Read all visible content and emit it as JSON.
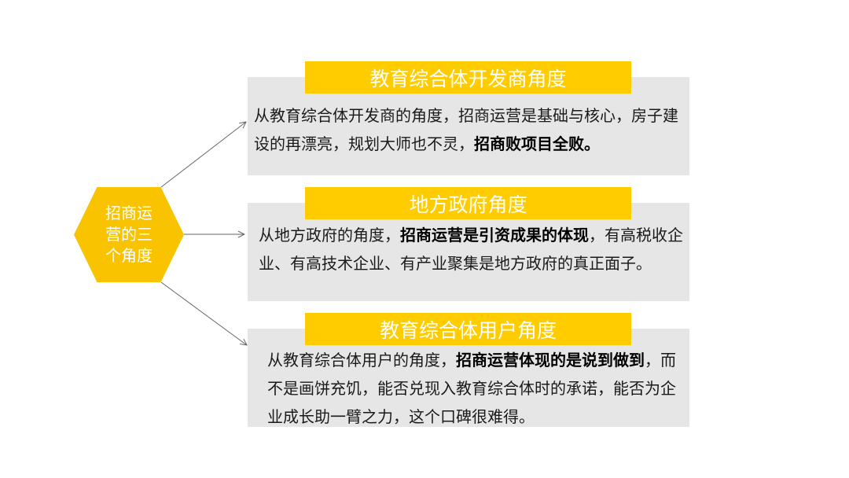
{
  "center": {
    "label": "招商运营的三个角度",
    "color": "#F9C300"
  },
  "colors": {
    "header_bg": "#FFCC00",
    "card_bg": "#E6E6E6",
    "header_text": "#FFFFFF",
    "body_text": "#1A1A1A",
    "connector": "#666666"
  },
  "cards": [
    {
      "title": "教育综合体开发商角度",
      "body": [
        {
          "text": "从教育综合体开发商的角度，招商运营是基础与核心，房子建设的再漂亮，规划大师也不灵，",
          "bold": false
        },
        {
          "text": "招商败项目全败。",
          "bold": true
        }
      ]
    },
    {
      "title": "地方政府角度",
      "body": [
        {
          "text": "从地方政府的角度，",
          "bold": false
        },
        {
          "text": "招商运营是引资成果的体现",
          "bold": true
        },
        {
          "text": "，有高税收企业、有高技术企业、有产业聚集是地方政府的真正面子。",
          "bold": false
        }
      ]
    },
    {
      "title": "教育综合体用户角度",
      "body": [
        {
          "text": "从教育综合体用户的角度，",
          "bold": false
        },
        {
          "text": "招商运营体现的是说到做到",
          "bold": true
        },
        {
          "text": "，而不是画饼充饥，能否兑现入教育综合体时的承诺，能否为企业成长助一臂之力，这个口碑很难得。",
          "bold": false
        }
      ]
    }
  ]
}
